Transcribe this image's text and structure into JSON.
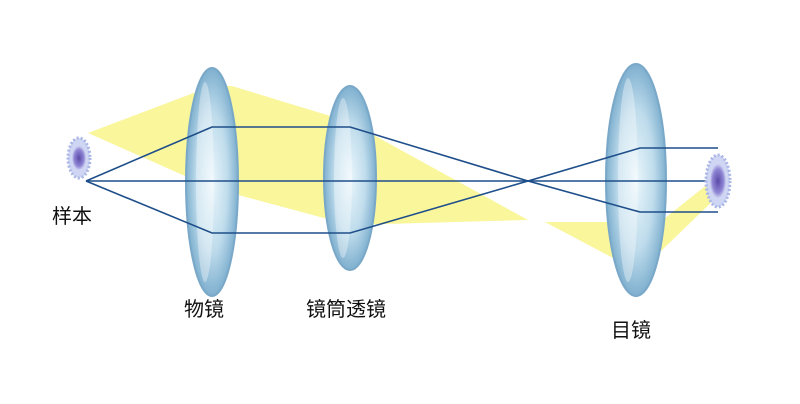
{
  "labels": {
    "sample": "样本",
    "objective": "物镜",
    "tube_lens": "镜筒透镜",
    "eyepiece": "目镜"
  },
  "colors": {
    "beam": "#f8f48a",
    "ray": "#1f4f8a",
    "lens_edge": "#7aa8c8",
    "lens_core": "#d7ecf6",
    "cell": "#6f5bb8",
    "cell_ring": "#a9b6e6"
  }
}
